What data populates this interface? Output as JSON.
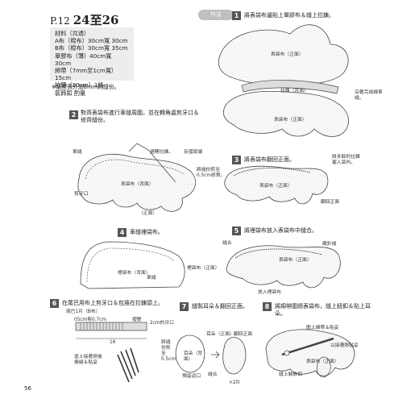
{
  "header": {
    "page": "P.12",
    "title": "24至26"
  },
  "materials": {
    "heading": "材料（共通）",
    "lines": [
      "A布（棉布）30cm寬 30cm",
      "B布（棉布）30cm寬 35cm",
      "單膠布（薄）40cm寬 30cm",
      "綿帶（7mm至1cm寬）15cm",
      "拉鍊（20cm）1條",
      "裝飾釦 酌量"
    ]
  },
  "seam_note": "※紙型需外加8mm的縫份。",
  "method_label": "作法",
  "steps": [
    {
      "num": "1",
      "text": "將表袋布邊貼上單膠布＆縫上拉鍊。"
    },
    {
      "num": "2",
      "text": "對齊表袋布進行車縫周圍，並在轉角處剪牙口＆修齊縫份。"
    },
    {
      "num": "3",
      "text": "將表袋布翻回正面。"
    },
    {
      "num": "4",
      "text": "車縫裡袋布。"
    },
    {
      "num": "5",
      "text": "將裡袋布放入表袋布中縫合。"
    },
    {
      "num": "6",
      "text": "在尾巴用布上剪牙口＆包捲在拉鍊頭上。"
    },
    {
      "num": "7",
      "text": "縫製耳朵＆翻回正面。"
    },
    {
      "num": "8",
      "text": "將綿帶圍繞表袋布，縫上鈕釦＆貼上耳朵。"
    }
  ],
  "labels": {
    "s1_outer": "表袋布（正面）",
    "s1_zipper": "拉鍊（背面）",
    "s1_note": "沿著完成線車縫。",
    "s1_outer2": "表袋布（正面）",
    "s2_seam": "車縫",
    "s2_avoid": "避開拉鍊。",
    "s2_fold": "反摺尾端",
    "s2_trim": "將縫份剪至0.5cm修齊。",
    "s2_back": "表袋布（背面）",
    "s2_notch": "剪牙口",
    "s2_front": "（正面）",
    "s3_tuck": "將多餘的拉鍊塞入袋內。",
    "s3_outer": "表袋布（正面）",
    "s3_turn": "翻回正面",
    "s4_back": "裡袋布（背面）",
    "s4_front": "裡袋布（正面）",
    "s4_seam": "車縫",
    "s5_join": "縫合",
    "s5_slip": "藏針縫",
    "s5_outer": "表袋布（正面）",
    "s5_insert": "放入裡袋布",
    "s6_tail": "尾巴1片（B布）",
    "s6_cut": "05cm剪0.7cm",
    "s6_fold": "摺雙",
    "s6_notch": "2cm的牙口",
    "s6_num": "16",
    "s6_wrap": "塗上接著劑後捲繞＆貼妥",
    "s7_ear": "耳朵（正面）",
    "s7_turn": "翻回正面",
    "s7_trim": "將縫份剪至0.5cm",
    "s7_ear_back": "耳朵（背面）",
    "s7_open": "預留返口",
    "s7_seam": "縫合",
    "s7_count": "×2片",
    "s8_strap": "圍上綿帶＆貼妥",
    "s8_tape": "以接著劑貼妥",
    "s8_outer": "表袋布（正面）",
    "s8_button": "縫上裝飾釦"
  },
  "page_number": "56"
}
